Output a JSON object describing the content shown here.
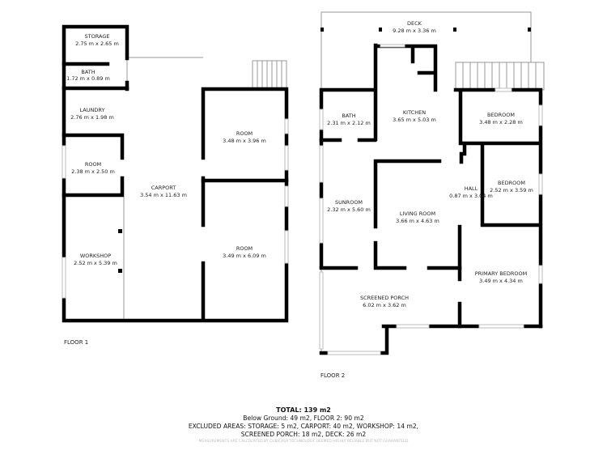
{
  "floor1": {
    "label": "FLOOR 1",
    "rooms": [
      {
        "name": "STORAGE",
        "size": "2.75 m x 2.65 m"
      },
      {
        "name": "BATH",
        "size": "1.72 m x 0.89 m"
      },
      {
        "name": "LAUNDRY",
        "size": "2.76 m x 1.98 m"
      },
      {
        "name": "ROOM",
        "size": "2.38 m x 2.50 m"
      },
      {
        "name": "WORKSHOP",
        "size": "2.52 m x 5.39 m"
      },
      {
        "name": "CARPORT",
        "size": "3.54 m x 11.63 m"
      },
      {
        "name": "ROOM",
        "size": "3.48 m x 3.96 m"
      },
      {
        "name": "ROOM",
        "size": "3.49 m x 6.09 m"
      }
    ]
  },
  "floor2": {
    "label": "FLOOR 2",
    "rooms": [
      {
        "name": "DECK",
        "size": "9.28 m x 3.36 m"
      },
      {
        "name": "BATH",
        "size": "2.31 m x 2.12 m"
      },
      {
        "name": "KITCHEN",
        "size": "3.65 m x 5.03 m"
      },
      {
        "name": "BEDROOM",
        "size": "3.48 m x 2.28 m"
      },
      {
        "name": "HALL",
        "size": "0.87 m x 3.04 m"
      },
      {
        "name": "BEDROOM",
        "size": "2.52 m x 3.59 m"
      },
      {
        "name": "SUNROOM",
        "size": "2.32 m x 5.60 m"
      },
      {
        "name": "LIVING ROOM",
        "size": "3.66 m x 4.63 m"
      },
      {
        "name": "PRIMARY BEDROOM",
        "size": "3.49 m x 4.34 m"
      },
      {
        "name": "SCREENED PORCH",
        "size": "6.02 m x 3.62 m"
      }
    ]
  },
  "summary": {
    "total": "TOTAL: 139 m2",
    "line1": "Below Ground: 49 m2, FLOOR 2: 90 m2",
    "line2": "EXCLUDED AREAS: STORAGE: 5 m2, CARPORT: 40 m2, WORKSHOP: 14 m2,",
    "line3": "SCREENED PORCH: 18 m2, DECK: 26 m2",
    "disclaimer": "MEASUREMENTS ARE CALCULATED BY CUBICASA TECHNOLOGY. DEEMED HIGHLY RELIABLE BUT NOT GUARANTEED"
  }
}
